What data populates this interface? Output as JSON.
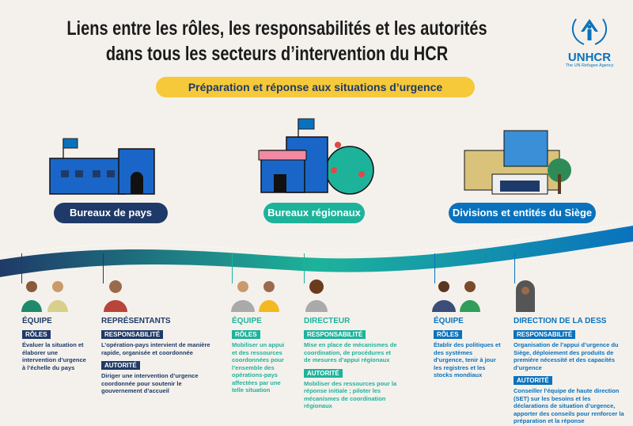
{
  "title": {
    "line1": "Liens entre les rôles, les responsabilités et les autorités",
    "line2": "dans tous les secteurs d’intervention du HCR"
  },
  "logo": {
    "name": "UNHCR",
    "tagline": "The UN Refugee Agency"
  },
  "banner": "Préparation et réponse aux situations d’urgence",
  "colors": {
    "navy": "#1f3a68",
    "teal": "#1db39b",
    "blue": "#0a72bd",
    "yellow": "#f6c93a",
    "background": "#f4f1ec"
  },
  "sections": [
    {
      "label": "Bureaux de pays",
      "columns": [
        {
          "header": "ÉQUIPE",
          "blocks": [
            {
              "badge": "RÔLES",
              "text": "Évaluer la situation et élaborer une intervention d’urgence à l’échelle du pays"
            }
          ]
        },
        {
          "header": "REPRÉSENTANTS",
          "blocks": [
            {
              "badge": "RESPONSABILITÉ",
              "text": "L’opération-pays intervient de manière rapide, organisée et coordonnée"
            },
            {
              "badge": "AUTORITÉ",
              "text": "Diriger une intervention d’urgence coordonnée pour soutenir le gouvernement d’accueil"
            }
          ]
        }
      ]
    },
    {
      "label": "Bureaux régionaux",
      "columns": [
        {
          "header": "ÉQUIPE",
          "blocks": [
            {
              "badge": "RÔLES",
              "text": "Mobiliser un appui et des ressources coordonnées pour l’ensemble des opérations-pays affectées par une telle situation"
            }
          ]
        },
        {
          "header": "DIRECTEUR",
          "blocks": [
            {
              "badge": "RESPONSABILITÉ",
              "text": "Mise en place de mécanismes de coordination, de procédures et de mesures d’appui régionaux"
            },
            {
              "badge": "AUTORITÉ",
              "text": "Mobiliser des ressources pour la réponse initiale ; piloter les mécanismes de coordination régionaux"
            }
          ]
        }
      ]
    },
    {
      "label": "Divisions et entités du Siège",
      "columns": [
        {
          "header": "ÉQUIPE",
          "blocks": [
            {
              "badge": "RÔLES",
              "text": "Établir des politiques et des systèmes d’urgence, tenir à jour les registres et les stocks mondiaux"
            }
          ]
        },
        {
          "header": "DIRECTION DE LA DESS",
          "blocks": [
            {
              "badge": "RESPONSABILITÉ",
              "text": "Organisation de l’appui d’urgence du Siège, déploiement des produits de première nécessité et des capacités d’urgence"
            },
            {
              "badge": "AUTORITÉ",
              "text": "Conseiller l’équipe de haute direction (SET) sur les besoins et les déclarations de situation d’urgence, apporter des conseils pour renforcer la préparation et la réponse"
            }
          ]
        }
      ]
    }
  ]
}
